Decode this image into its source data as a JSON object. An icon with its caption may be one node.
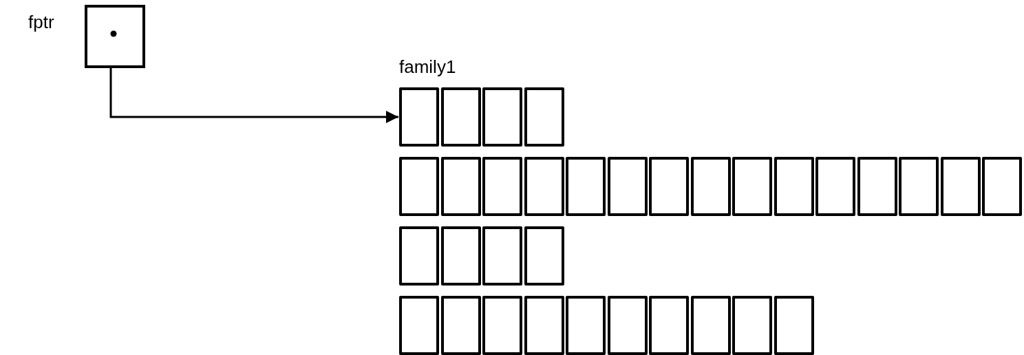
{
  "diagram": {
    "nodes": [
      {
        "text": [
          "fptr"
        ]
      },
      {
        "text": [],
        "shape": "box"
      },
      {
        "text": [],
        "shape": "box"
      },
      {
        "text": [],
        "shape": "box"
      },
      {
        "text": [],
        "shape": "box"
      },
      {
        "text": [],
        "shape": "box"
      },
      {
        "text": [],
        "shape": "box"
      },
      {
        "text": [],
        "shape": "box"
      },
      {
        "text": [],
        "shape": "box"
      },
      {
        "text": [],
        "shape": "box"
      },
      {
        "text": [],
        "shape": "box"
      },
      {
        "text": [],
        "shape": "box"
      },
      {
        "text": [],
        "shape": "box"
      },
      {
        "text": [],
        "shape": "box"
      },
      {
        "text": [],
        "shape": "box"
      },
      {
        "text": [],
        "shape": "box"
      },
      {
        "text": [],
        "shape": "box"
      },
      {
        "text": [],
        "shape": "box"
      },
      {
        "text": [],
        "shape": "box"
      },
      {
        "text": [],
        "shape": "box"
      },
      {
        "text": [],
        "shape": "box"
      },
      {
        "text": [],
        "shape": "box"
      },
      {
        "text": [],
        "shape": "box"
      },
      {
        "text": [],
        "shape": "box"
      },
      {
        "text": [],
        "shape": "box"
      },
      {
        "text": [],
        "shape": "box"
      },
      {
        "text": [],
        "shape": "box"
      },
      {
        "text": [],
        "shape": "box"
      },
      {
        "text": [],
        "shape": "box"
      },
      {
        "text": [],
        "shape": "box"
      },
      {
        "text": [],
        "shape": "box"
      },
      {
        "text": [],
        "shape": "box"
      },
      {
        "text": [],
        "shape": "box"
      },
      {
        "text": [],
        "shape": "box"
      }
    ],
    "edges": [
      {
        "from": 0,
        "to": 1,
        "arrow": "to"
      }
    ],
    "labels": [
      "family1"
    ]
  }
}
